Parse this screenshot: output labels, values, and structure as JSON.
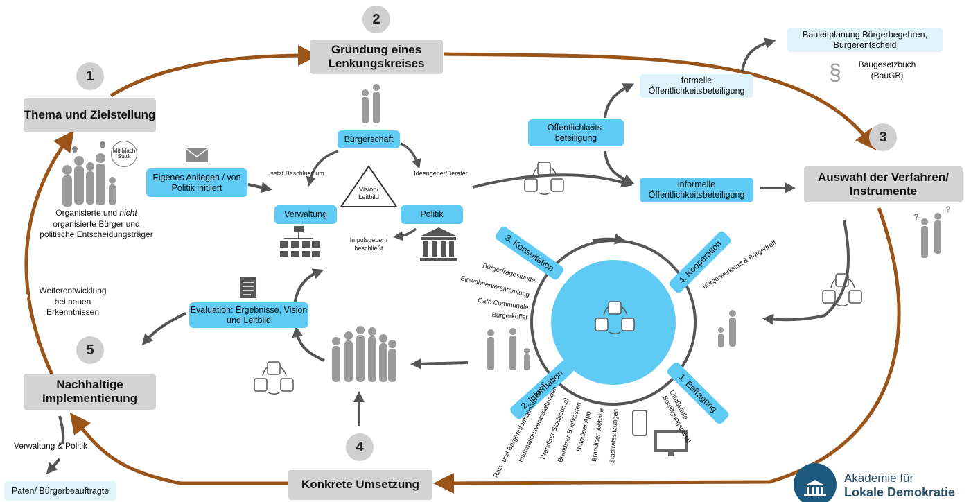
{
  "steps": {
    "s1": {
      "num": "1",
      "label": "Thema und Zielstellung"
    },
    "s2": {
      "num": "2",
      "label": "Gründung eines Lenkungskreises"
    },
    "s3": {
      "num": "3",
      "label": "Auswahl der Verfahren/ Instrumente"
    },
    "s4": {
      "num": "4",
      "label": "Konkrete Umsetzung"
    },
    "s5": {
      "num": "5",
      "label": "Nachhaltige Implementierung"
    }
  },
  "left": {
    "bubble": "Mit Mach Stadt",
    "citizens_1": "Organisierte und ",
    "citizens_italic": "nicht",
    "citizens_2": "organisierte Bürger und politische Entscheidungsträger",
    "anliegen": "Eigenes Anliegen / von Politik initiiert",
    "weiter": "Weiterentwicklung bei neuen Erkenntnissen",
    "verwaltung_politik": "Verwaltung & Politik",
    "paten": "Paten/ Bürgerbeauftragte"
  },
  "triangle": {
    "buergerschaft": "Bürgerschaft",
    "verwaltung": "Verwaltung",
    "politik": "Politik",
    "vision": "Vision/ Leitbild",
    "setzt": "setzt Beschluss um",
    "ideengeber": "Ideengeber/Berater",
    "impuls": "Impulsgeber / beschließt"
  },
  "evaluation": "Evaluation: Ergebnisse, Vision und Leitbild",
  "participation": {
    "oeffentlichkeit": "Öffentlichkeits- beteiligung",
    "formelle": "formelle Öffentlichkeitsbeteiligung",
    "informelle": "informelle Öffentlichkeitsbeteiligung",
    "bauleit": "Bauleitplanung Bürgerbegehren, Bürgerentscheid",
    "paragraph": "§",
    "baugesetz": "Baugesetzbuch (BauGB)"
  },
  "circle": {
    "konsultation": "3. Konsultation",
    "kooperation": "4. Kooperation",
    "information": "2. Information",
    "befragung": "1. Befragung",
    "konsultation_items": [
      "Bürgerfragestunde",
      "Einwohnerversammlung",
      "Café Communale",
      "Bürgerkoffer"
    ],
    "kooperation_items": [
      "Bürgerwerkstatt & Bürgertreff"
    ],
    "befragung_items": [
      "Litfaßsäule",
      "Beteiligungsportal"
    ],
    "information_items": [
      "Rats- und Bürgerinformationssystem",
      "Informationsveranstaltungen",
      "Brandiser Stadtjournal",
      "Brandiser Briefkasten",
      "Brandiser App",
      "Brandiser Website",
      "Stadtratssitzungen"
    ]
  },
  "question": "?",
  "logo": {
    "line1": "Akademie für",
    "line2": "Lokale Demokratie"
  },
  "colors": {
    "loop": "#9a5318",
    "blue": "#5fcbf4",
    "light_blue": "#dff3fb",
    "grey_box": "#d3d3d3",
    "arrow": "#555555"
  }
}
